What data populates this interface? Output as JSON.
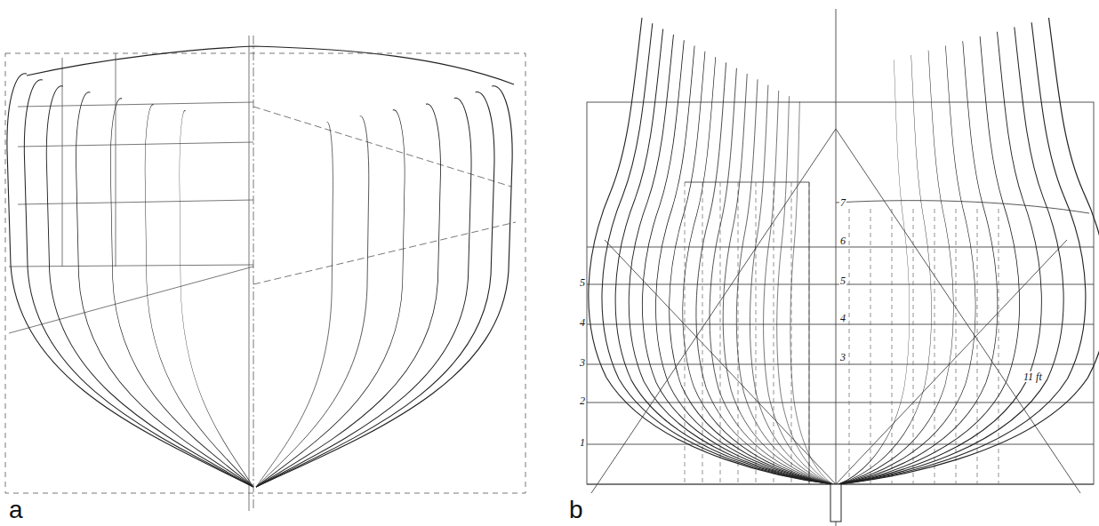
{
  "diagram": {
    "labels": [
      "a",
      "b",
      "5",
      "4",
      "3",
      "2",
      "1",
      "7",
      "6",
      "5",
      "4",
      "3",
      "11 ft"
    ]
  }
}
